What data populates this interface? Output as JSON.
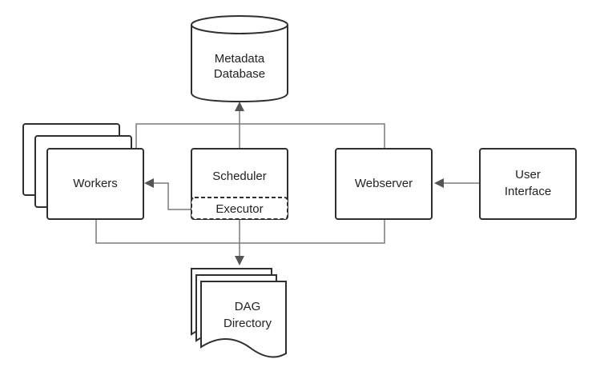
{
  "diagram": {
    "nodes": {
      "metadata_db": {
        "line1": "Metadata",
        "line2": "Database"
      },
      "workers": {
        "label": "Workers"
      },
      "scheduler": {
        "label": "Scheduler"
      },
      "executor": {
        "label": "Executor"
      },
      "webserver": {
        "label": "Webserver"
      },
      "user_interface": {
        "line1": "User",
        "line2": "Interface"
      },
      "dag_directory": {
        "line1": "DAG",
        "line2": "Directory"
      }
    },
    "colors": {
      "stroke": "#2f2f2f",
      "connector": "#7a7a7a",
      "arrowhead": "#555555",
      "text": "#222222"
    }
  }
}
